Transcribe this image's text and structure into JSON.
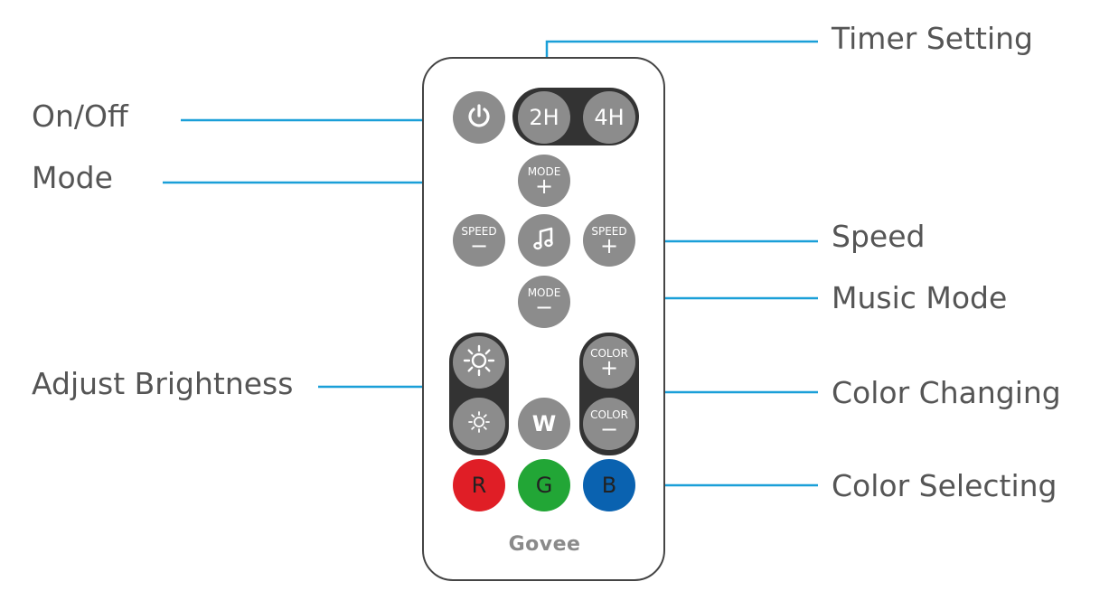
{
  "callouts": {
    "timer_setting": "Timer Setting",
    "on_off": "On/Off",
    "mode": "Mode",
    "speed": "Speed",
    "music_mode": "Music Mode",
    "adjust_brightness": "Adjust Brightness",
    "color_changing": "Color Changing",
    "color_selecting": "Color Selecting"
  },
  "buttons": {
    "timer_2h": "2H",
    "timer_4h": "4H",
    "mode_label": "MODE",
    "speed_label": "SPEED",
    "color_label": "COLOR",
    "plus": "+",
    "minus": "−",
    "white": "W",
    "red": "R",
    "green": "G",
    "blue": "B"
  },
  "brand": "Govee",
  "colors": {
    "leader_line": "#1a9fd8",
    "button_gray": "#8c8c8c",
    "red": "#e01e26",
    "green": "#22a636",
    "blue": "#0a62b0"
  },
  "icons": [
    "power-icon",
    "music-note-icon",
    "sun-bright-icon",
    "sun-dim-icon"
  ]
}
